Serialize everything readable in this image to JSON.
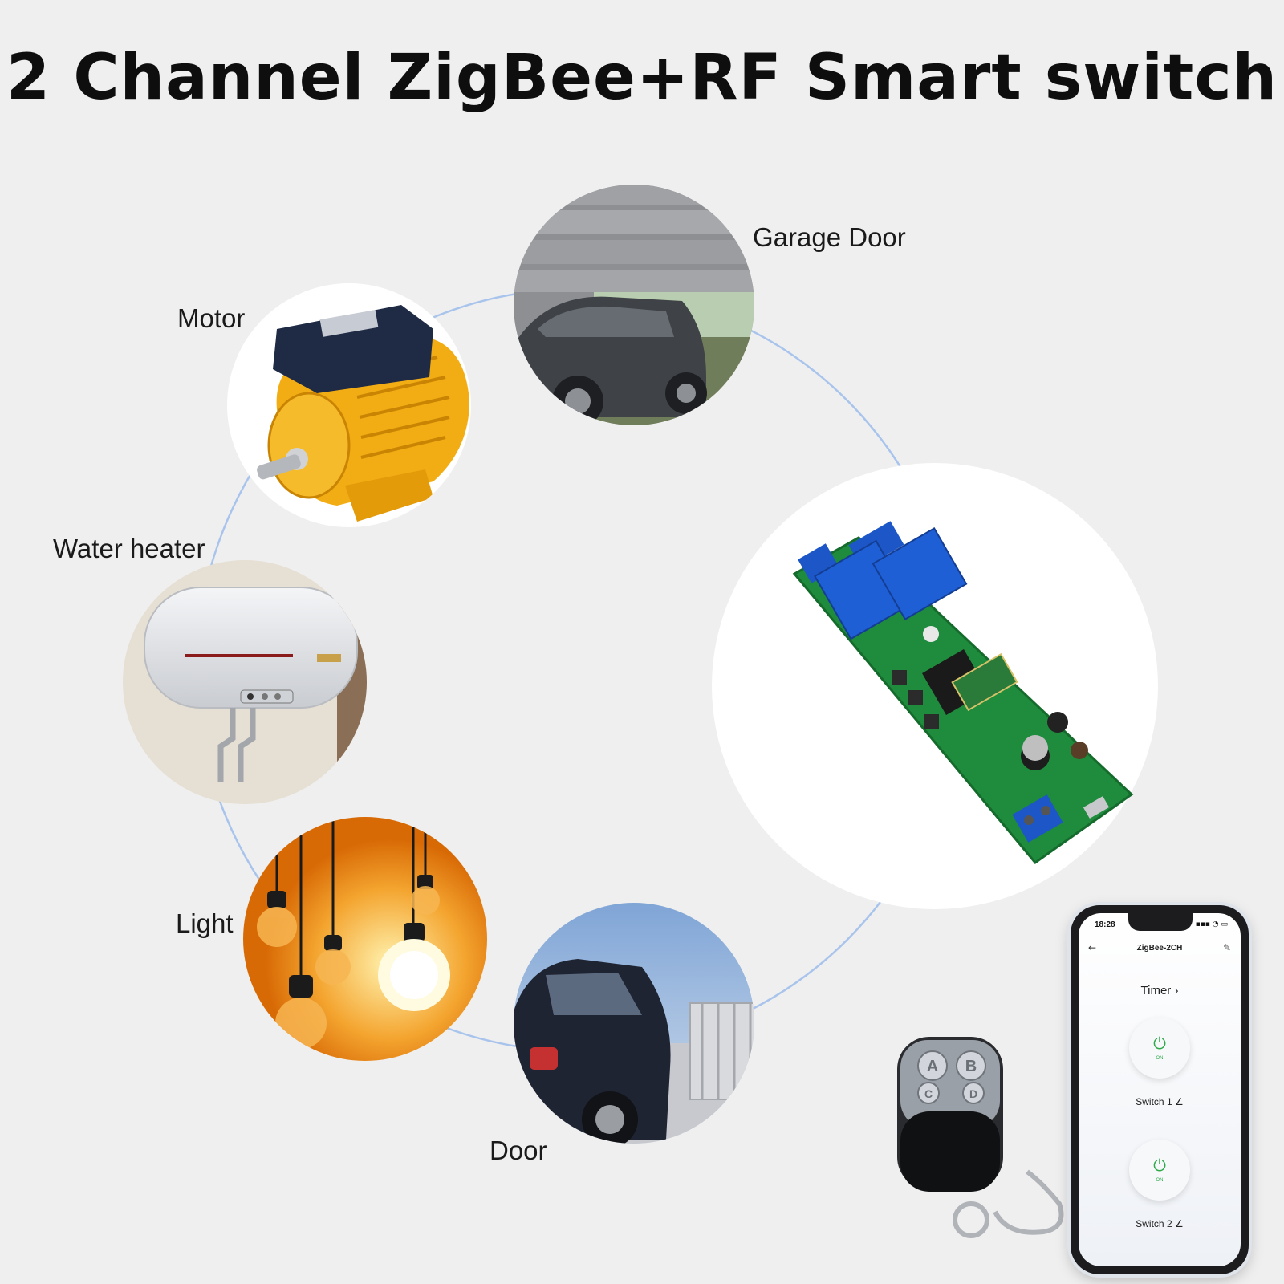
{
  "title": "2 Channel ZigBee+RF Smart switch",
  "labels": {
    "garage_door": "Garage Door",
    "motor": "Motor",
    "water_heater": "Water heater",
    "light": "Light",
    "door": "Door"
  },
  "remote": {
    "buttons": [
      "A",
      "B",
      "C",
      "D"
    ]
  },
  "phone": {
    "time": "18:28",
    "status_icons": "▪▪▪ ◔ ▭",
    "back_icon": "←",
    "app_title": "ZigBee-2CH",
    "edit_icon": "✎",
    "timer_label": "Timer ›",
    "switch1": {
      "state": "ON",
      "label": "Switch 1 ∠"
    },
    "switch2": {
      "state": "ON",
      "label": "Switch 2 ∠"
    }
  },
  "colors": {
    "background": "#efefef",
    "connector": "#a9c4ec",
    "pcb_green": "#1f8b3d",
    "relay_blue": "#1c56c7",
    "motor_yellow": "#f3ad14",
    "power_green": "#2eaa4a"
  }
}
